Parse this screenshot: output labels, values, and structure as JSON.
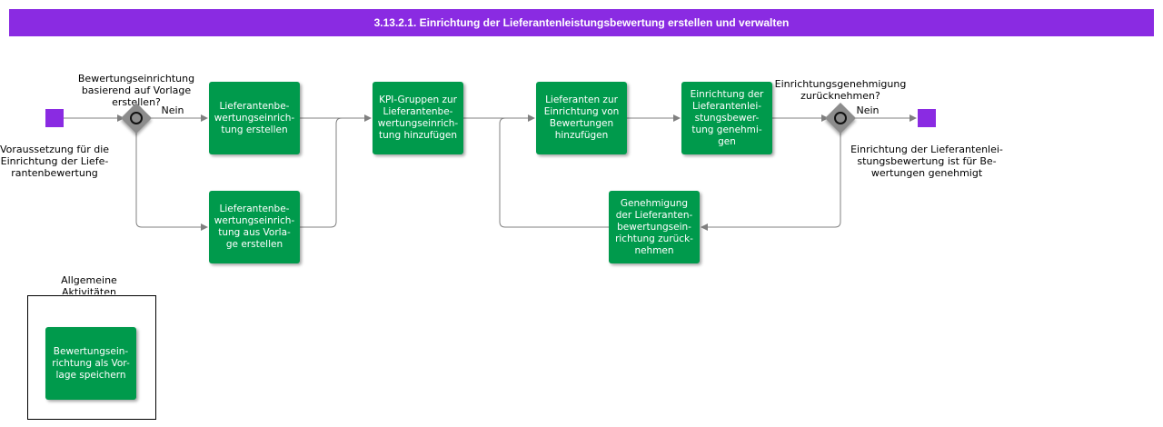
{
  "title": "3.13.2.1. Einrichtung der Lieferantenleistungsbewertung erstellen und verwalten",
  "colors": {
    "title_bar": "#8a2be2",
    "task": "#009a4c",
    "event": "#8a2be2",
    "gateway": "#8c8c8c",
    "connector": "#808080"
  },
  "events": {
    "start_label": "Voraussetzung für die\nEinrichtung der Liefe-\nrantenbewertung",
    "end_label": "Einrichtung der Lieferantenlei-\nstungsbewertung ist für Be-\nwertungen genehmigt"
  },
  "gateways": {
    "template_question": "Bewertungseinrichtung\nbasierend auf Vorlage\nerstellen?",
    "template_no": "Nein",
    "approval_question": "Einrichtungsgenehmigung\nzurücknehmen?",
    "approval_no": "Nein"
  },
  "tasks": {
    "create": "Lieferantenbe-\nwertungseinrich-\ntung erstellen",
    "create_from_template": "Lieferantenbe-\nwertungseinrich-\ntung aus Vorla-\nge erstellen",
    "add_kpi_groups": "KPI-Gruppen zur\nLieferantenbe-\nwertungseinrich-\ntung hinzufügen",
    "add_suppliers": "Lieferanten zur\nEinrichtung von\nBewertungen\nhinzufügen",
    "approve": "Einrichtung der\nLieferantenlei-\nstungsbewer-\ntung genehmi-\ngen",
    "revoke_approval": "Genehmigung\nder Lieferanten-\nbewertungsein-\nrichtung zurück-\nnehmen",
    "save_as_template": "Bewertungsein-\nrichtung als Vor-\nlage speichern"
  },
  "group": {
    "label": "Allgemeine\nAktivitäten"
  }
}
